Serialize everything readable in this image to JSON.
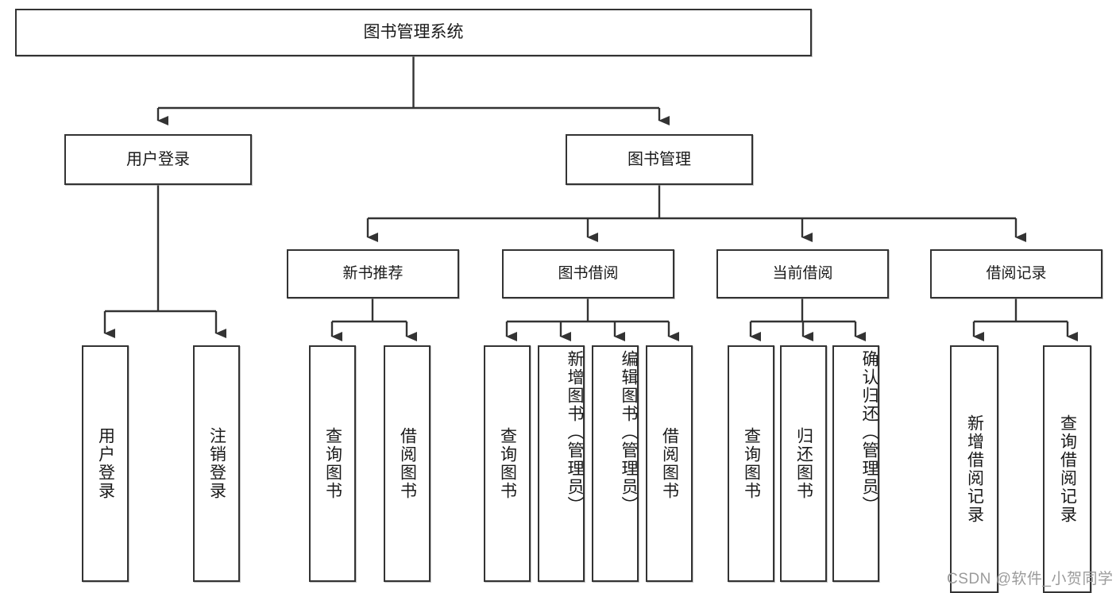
{
  "diagram": {
    "type": "tree",
    "title": "图书管理系统",
    "watermark": "CSDN @软件_小贺同学",
    "colors": {
      "box_border": "#333333",
      "box_fill": "#ffffff",
      "connector": "#333333",
      "text": "#1a1a1a",
      "watermark": "#9b9b9b"
    },
    "nodes": {
      "root": {
        "label": "图书管理系统"
      },
      "level2": [
        {
          "id": "user-login",
          "label": "用户登录"
        },
        {
          "id": "book-management",
          "label": "图书管理"
        }
      ],
      "level3": [
        {
          "id": "new-book-recommend",
          "label": "新书推荐"
        },
        {
          "id": "book-borrow",
          "label": "图书借阅"
        },
        {
          "id": "current-borrow",
          "label": "当前借阅"
        },
        {
          "id": "borrow-record",
          "label": "借阅记录"
        }
      ],
      "leaves": {
        "user-login": [
          {
            "id": "leaf-user-login",
            "label": "用户登录"
          },
          {
            "id": "leaf-logout",
            "label": "注销登录"
          }
        ],
        "new-book-recommend": [
          {
            "id": "leaf-query-book-1",
            "label": "查询图书"
          },
          {
            "id": "leaf-borrow-book-1",
            "label": "借阅图书"
          }
        ],
        "book-borrow": [
          {
            "id": "leaf-query-book-2",
            "label": "查询图书"
          },
          {
            "id": "leaf-add-book",
            "label": "新增图书（管理员）"
          },
          {
            "id": "leaf-edit-book",
            "label": "编辑图书（管理员）"
          },
          {
            "id": "leaf-borrow-book-2",
            "label": "借阅图书"
          }
        ],
        "current-borrow": [
          {
            "id": "leaf-query-book-3",
            "label": "查询图书"
          },
          {
            "id": "leaf-return-book",
            "label": "归还图书"
          },
          {
            "id": "leaf-confirm-return",
            "label": "确认归还（管理员）"
          }
        ],
        "borrow-record": [
          {
            "id": "leaf-add-record",
            "label": "新增借阅记录"
          },
          {
            "id": "leaf-query-record",
            "label": "查询借阅记录"
          }
        ]
      }
    }
  }
}
